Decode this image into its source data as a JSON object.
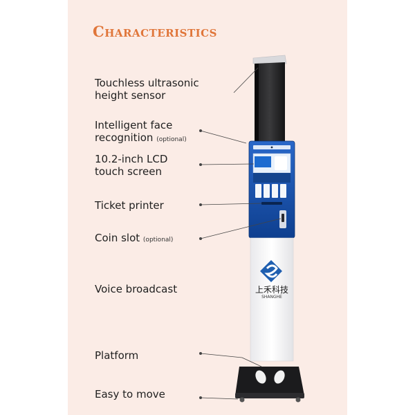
{
  "title": "Characteristics",
  "labels": {
    "sensor_line1": "Touchless ultrasonic",
    "sensor_line2": "height sensor",
    "face_line1": "Intelligent face",
    "face_line2": "recognition",
    "face_optional": "(optional)",
    "lcd_line1": "10.2-inch LCD",
    "lcd_line2": "touch screen",
    "printer": "Ticket printer",
    "coin": "Coin slot",
    "coin_optional": "(optional)",
    "voice": "Voice broadcast",
    "platform": "Platform",
    "move": "Easy to move"
  },
  "device": {
    "brand_cn": "上禾科技",
    "brand_en": "SHANGHE"
  },
  "colors": {
    "title": "#e0763a",
    "panel_bg": "#fbece6",
    "brand_blue": "#1f5fb0",
    "screen_blue": "#1a5ec4"
  }
}
